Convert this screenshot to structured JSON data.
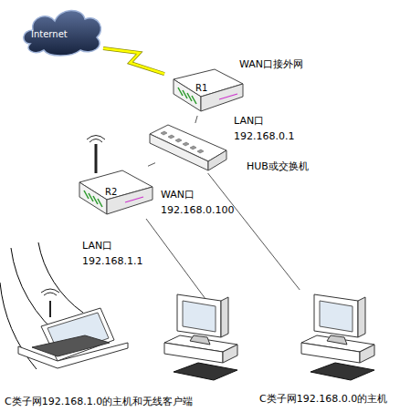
{
  "diagram": {
    "nodes": [
      {
        "text": [
          "Internet"
        ]
      },
      {
        "text": [
          "R1"
        ]
      },
      {
        "text": [
          "HUB或交换机"
        ]
      },
      {
        "text": [
          "R2"
        ]
      },
      {
        "text": [
          "C类子网192.168.0.0的主机"
        ]
      }
    ],
    "edges": [
      {
        "from": 0,
        "to": 1,
        "arrow": "none"
      },
      {
        "from": 1,
        "to": 2,
        "arrow": "none"
      },
      {
        "from": 2,
        "to": 3,
        "arrow": "none"
      },
      {
        "from": 2,
        "to": 4,
        "arrow": "none"
      }
    ],
    "labels": [
      "WAN口接外网",
      "LAN口 192.168.0.1",
      "WAN口 192.168.0.100",
      "LAN口 192.168.1.1",
      "C类子网192.168.1.0的主机和无线客户端"
    ]
  }
}
